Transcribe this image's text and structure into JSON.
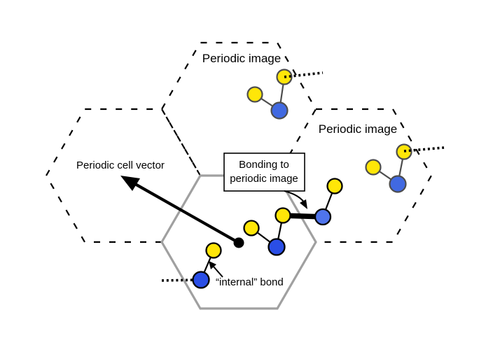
{
  "labels": {
    "periodic_image_top": "Periodic image",
    "periodic_image_right": "Periodic image",
    "periodic_cell_vector": "Periodic cell vector",
    "bonding_line1": "Bonding to",
    "bonding_line2": "periodic image",
    "internal_bond": "“internal” bond"
  },
  "colors": {
    "atom_yellow": "#ffe608",
    "atom_blue_central": "#2a4ee6",
    "atom_blue_image": "#4169e1",
    "atom_blue_bonded_image": "#4f74ec",
    "cell_outline": "#a0a0a0",
    "image_molecule_outline": "#4d4d4d",
    "ink": "#000000",
    "background": "#ffffff"
  },
  "scene": {
    "simulation_cells": 1,
    "periodic_image_cells": 3,
    "molecules": [
      {
        "location": "top periodic image",
        "atoms": [
          "yellow",
          "yellow",
          "blue"
        ],
        "feature": "dotted bond continuing across cell edge"
      },
      {
        "location": "right periodic image",
        "atoms": [
          "yellow",
          "yellow",
          "blue"
        ],
        "feature": "dotted bond continuing across cell edge"
      },
      {
        "location": "simulation cell",
        "atoms": [
          "yellow",
          "blue"
        ],
        "feature": "internal bond, dotted bond continuing across cell edge"
      },
      {
        "location": "simulation cell boundary",
        "atoms": [
          "yellow",
          "blue",
          "yellow",
          "blue",
          "yellow"
        ],
        "feature": "thick bond crossing into periodic image"
      }
    ],
    "cell_vector": {
      "from": "simulation cell center",
      "to": "left periodic cell center"
    }
  }
}
